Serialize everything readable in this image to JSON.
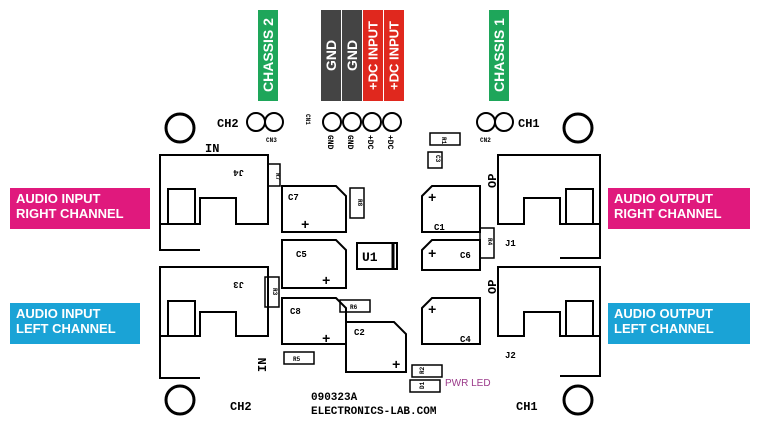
{
  "connectors": {
    "chassis2": "CHASSIS 2",
    "chassis1": "CHASSIS 1",
    "pins": [
      "GND",
      "GND",
      "+DC INPUT",
      "+DC INPUT"
    ]
  },
  "tags": {
    "audio_in_right": [
      "AUDIO INPUT",
      "RIGHT CHANNEL"
    ],
    "audio_in_left": [
      "AUDIO INPUT",
      "LEFT CHANNEL"
    ],
    "audio_out_right": [
      "AUDIO OUTPUT",
      "RIGHT CHANNEL"
    ],
    "audio_out_left": [
      "AUDIO OUTPUT",
      "LEFT CHANNEL"
    ]
  },
  "silkscreen": {
    "ch2_top": "CH2",
    "ch1_top": "CH1",
    "ch2_bottom": "CH2",
    "ch1_bottom": "CH1",
    "cn3": "CN3",
    "cn2": "CN2",
    "cn1": "CN1",
    "pin_labels": [
      "GND",
      "GND",
      "+DC",
      "+DC"
    ],
    "in_top": "IN",
    "in_bottom": "IN",
    "op_top": "OP",
    "op_bottom": "OP",
    "j4": "J4",
    "j3": "J3",
    "j1": "J1",
    "j2": "J2",
    "u1": "U1",
    "c7": "C7",
    "c5": "C5",
    "c8": "C8",
    "c2": "C2",
    "c1": "C1",
    "c6": "C6",
    "c4": "C4",
    "c3": "C3",
    "r7": "R7",
    "r8": "R8",
    "r3": "R3",
    "r6": "R6",
    "r5": "R5",
    "r1": "R1",
    "r4": "R4",
    "r2": "R2",
    "d1": "D1",
    "board_code": "090323A",
    "website": "ELECTRONICS-LAB.COM",
    "pwr_led": "PWR LED"
  },
  "colors": {
    "green": "#1ea65a",
    "gray": "#444444",
    "red": "#e0281e",
    "pink": "#e0197d",
    "blue": "#1aa3d6",
    "pwr_led": "#9b3a8a"
  }
}
